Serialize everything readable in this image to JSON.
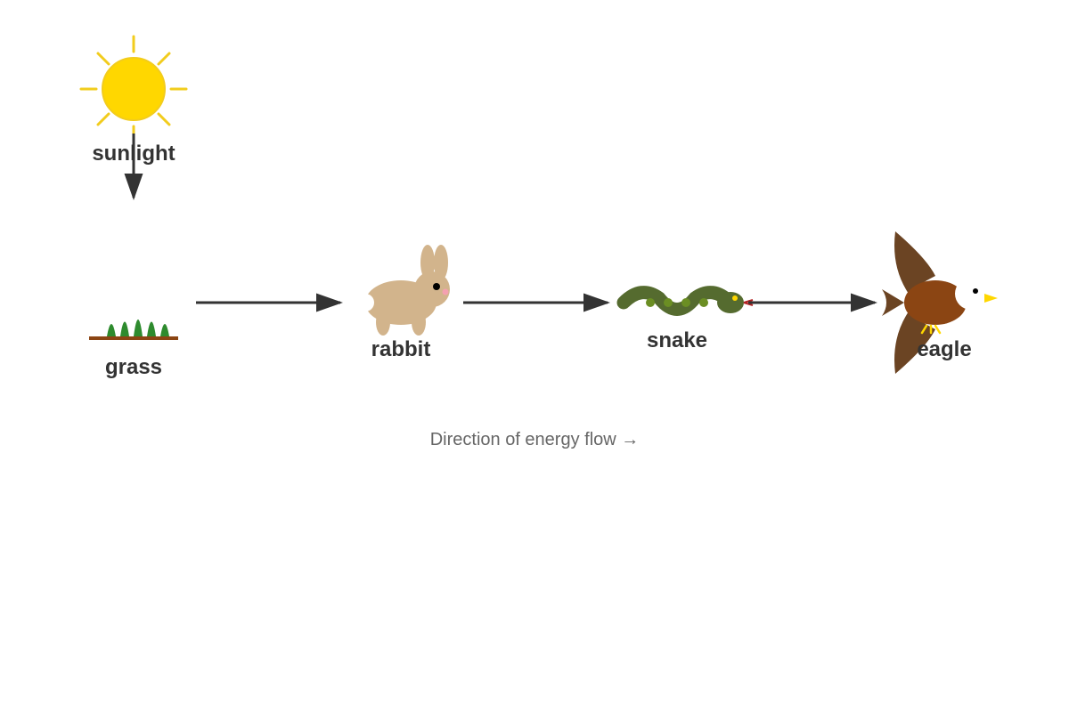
{
  "nodes": {
    "sunlight": {
      "label": "sunlight"
    },
    "grass": {
      "label": "grass"
    },
    "rabbit": {
      "label": "rabbit"
    },
    "snake": {
      "label": "snake"
    },
    "eagle": {
      "label": "eagle"
    }
  },
  "caption": "Direction of energy flow →",
  "colors": {
    "sun": "#FFD700",
    "sun_rays": "#F2CC1D",
    "grass": "#2E8B2E",
    "soil": "#8B4513",
    "rabbit": "#D2B48C",
    "snake": "#556B2F",
    "snake_spots": "#6B8E23",
    "eagle_body": "#8B4513",
    "eagle_wing": "#6B4423",
    "beak": "#FFD700",
    "arrow": "#333333"
  },
  "icons": [
    "sun-icon",
    "grass-icon",
    "rabbit-icon",
    "snake-icon",
    "eagle-icon"
  ]
}
